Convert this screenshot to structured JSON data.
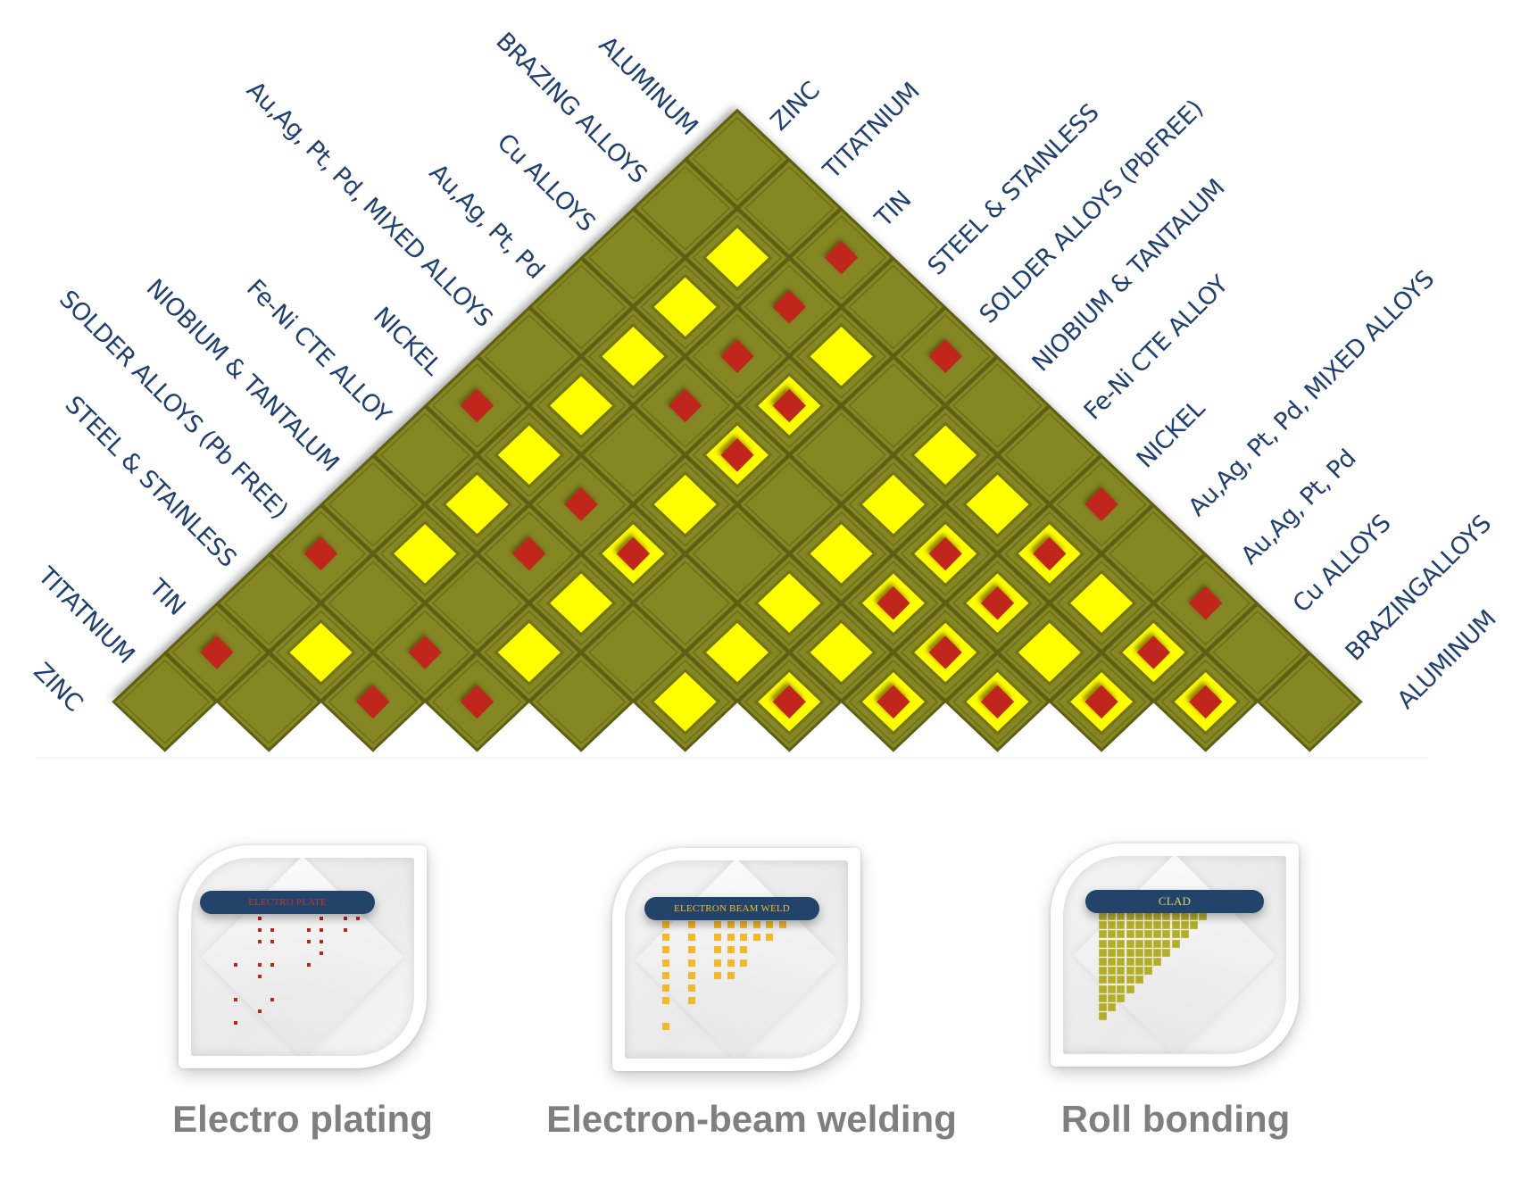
{
  "materials": [
    "ALUMINUM",
    "BRAZING ALLOYS",
    "Cu ALLOYS",
    "Au,Ag, Pt, Pd",
    "Au,Ag, Pt, Pd, MIXED ALLOYS",
    "NICKEL",
    "Fe-Ni  CTE ALLOY",
    "NIOBIUM & TANTALUM",
    "SOLDER  ALLOYS  (Pb FREE)",
    "STEEL & STAINLESS",
    "TIN",
    "TITATNIUM",
    "ZINC"
  ],
  "left_labels": [
    "ALUMINUM",
    "BRAZING ALLOYS",
    "Cu ALLOYS",
    "Au,Ag, Pt, Pd",
    "Au,Ag, Pt, Pd, MIXED ALLOYS",
    "NICKEL",
    "Fe-Ni  CTE ALLOY",
    "NIOBIUM & TANTALUM",
    "SOLDER  ALLOYS  (Pb FREE)",
    "STEEL & STAINLESS",
    "TIN",
    "TITATNIUM",
    "ZINC"
  ],
  "right_labels": [
    "ZINC",
    "TITATNIUM",
    "TIN",
    "STEEL & STAINLESS",
    "SOLDER  ALLOYS  (PbFREE)",
    "NIOBIUM & TANTALUM",
    "Fe-Ni  CTE ALLOY",
    "NICKEL",
    "Au,Ag, Pt, Pd, MIXED ALLOYS",
    "Au,Ag, Pt, Pd",
    "Cu ALLOYS",
    "BRAZINGALLOYS",
    "ALUMINUM"
  ],
  "legend_codes": {
    "E": "none",
    "R": "electro plating",
    "Y": "electron-beam welding",
    "B": "electro plating + electron-beam welding"
  },
  "matrix_rows": [
    [
      "E"
    ],
    [
      "E",
      "E"
    ],
    [
      "E",
      "Y",
      "R"
    ],
    [
      "E",
      "Y",
      "R",
      "E"
    ],
    [
      "E",
      "Y",
      "R",
      "Y",
      "R"
    ],
    [
      "R",
      "Y",
      "R",
      "B",
      "E",
      "E"
    ],
    [
      "E",
      "Y",
      "E",
      "B",
      "E",
      "Y",
      "E"
    ],
    [
      "E",
      "Y",
      "R",
      "Y",
      "E",
      "Y",
      "Y",
      "R"
    ],
    [
      "R",
      "Y",
      "R",
      "B",
      "E",
      "Y",
      "B",
      "B",
      "E"
    ],
    [
      "E",
      "E",
      "E",
      "Y",
      "E",
      "Y",
      "B",
      "B",
      "Y",
      "R"
    ],
    [
      "R",
      "Y",
      "R",
      "Y",
      "E",
      "Y",
      "Y",
      "B",
      "Y",
      "B",
      "E"
    ],
    [
      "E",
      "E",
      "R",
      "R",
      "E",
      "Y",
      "B",
      "B",
      "B",
      "B",
      "B",
      "E"
    ]
  ],
  "colors": {
    "cell": "#858724",
    "cell_dark": "#5e5f12",
    "yellow": "#ffff00",
    "red": "#c0261c",
    "label": "#1f3f6e",
    "pill": "#22436a",
    "caption": "#7f7f7f",
    "eb_dot": "#f2b92a",
    "clad_cell": "#b3ad2c"
  },
  "panels": [
    {
      "pill_label": "ELECTRO PLATE",
      "pill_text_color": "#c0392b",
      "caption": "Electro plating",
      "mini_type": "dots",
      "dot_color": "#b8261c",
      "mini_cells": [
        [
          0,
          2
        ],
        [
          0,
          7
        ],
        [
          0,
          9
        ],
        [
          0,
          10
        ],
        [
          1,
          2
        ],
        [
          1,
          3
        ],
        [
          1,
          6
        ],
        [
          1,
          7
        ],
        [
          1,
          9
        ],
        [
          2,
          2
        ],
        [
          2,
          3
        ],
        [
          2,
          6
        ],
        [
          2,
          7
        ],
        [
          3,
          7
        ],
        [
          4,
          0
        ],
        [
          4,
          2
        ],
        [
          4,
          3
        ],
        [
          4,
          6
        ],
        [
          5,
          2
        ],
        [
          7,
          0
        ],
        [
          7,
          3
        ],
        [
          8,
          2
        ],
        [
          9,
          0
        ]
      ]
    },
    {
      "pill_label": "ELECTRON BEAM WELD",
      "pill_text_color": "#f2b92a",
      "caption": "Electron-beam welding",
      "mini_type": "squares",
      "dot_color": "#f2b92a",
      "mini_cells": [
        [
          0,
          0
        ],
        [
          0,
          2
        ],
        [
          0,
          4
        ],
        [
          0,
          5
        ],
        [
          0,
          6
        ],
        [
          0,
          7
        ],
        [
          0,
          8
        ],
        [
          0,
          9
        ],
        [
          1,
          0
        ],
        [
          1,
          2
        ],
        [
          1,
          4
        ],
        [
          1,
          5
        ],
        [
          1,
          6
        ],
        [
          1,
          7
        ],
        [
          1,
          8
        ],
        [
          2,
          0
        ],
        [
          2,
          2
        ],
        [
          2,
          4
        ],
        [
          2,
          5
        ],
        [
          2,
          6
        ],
        [
          3,
          0
        ],
        [
          3,
          2
        ],
        [
          3,
          4
        ],
        [
          3,
          5
        ],
        [
          3,
          6
        ],
        [
          4,
          0
        ],
        [
          4,
          2
        ],
        [
          4,
          4
        ],
        [
          4,
          5
        ],
        [
          5,
          0
        ],
        [
          5,
          2
        ],
        [
          6,
          0
        ],
        [
          6,
          2
        ],
        [
          8,
          0
        ]
      ]
    },
    {
      "pill_label": "CLAD",
      "pill_text_color": "#d9d36a",
      "caption": "Roll bonding",
      "mini_type": "staircase",
      "dot_color": "#b3ad2c",
      "staircase_rows": 12
    }
  ]
}
